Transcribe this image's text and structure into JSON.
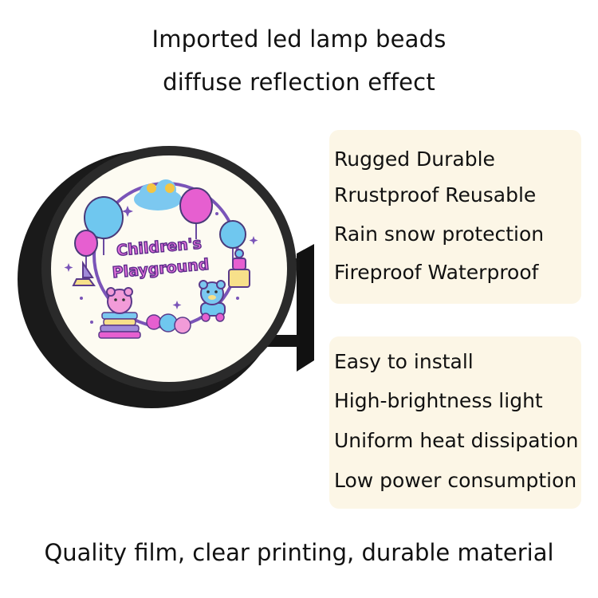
{
  "headline": {
    "line1": "Imported led lamp beads",
    "line2": "diffuse reflection effect"
  },
  "features_group_1": [
    "Rugged Durable",
    "Rrustproof  Reusable",
    "Rain snow protection",
    "Fireproof  Waterproof"
  ],
  "features_group_2": [
    "Easy to install",
    "High-brightness light",
    "Uniform heat dissipation",
    "Low power consumption"
  ],
  "sign": {
    "line1": "Children's",
    "line2": "Playground"
  },
  "footer": "Quality film, clear printing, durable material",
  "colors": {
    "panel_bg": "#fcf6e6",
    "sign_frame": "#1c1c1c",
    "sign_face": "#fdfbf2",
    "title_fill": "#e070d8",
    "title_stroke": "#5a2a8a",
    "balloon_blue": "#6fc7ef",
    "balloon_pink": "#e65fd0",
    "ring_purple": "#7a54b8"
  }
}
